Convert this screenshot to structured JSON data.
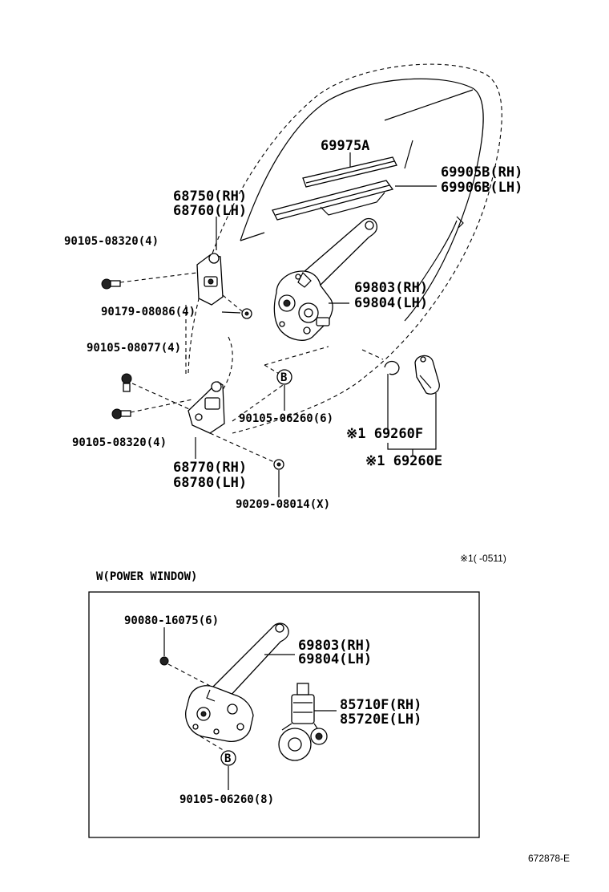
{
  "labels": {
    "belt_69975a": "69975A",
    "glass_rh": "69905B(RH)",
    "glass_lh": "69906B(LH)",
    "hinge_upper_rh": "68750(RH)",
    "hinge_upper_lh": "68760(LH)",
    "bolt_upper": "90105-08320(4)",
    "nut_upper": "90179-08086(4)",
    "regulator_rh": "69803(RH)",
    "regulator_lh": "69804(LH)",
    "bolt_mid": "90105-08077(4)",
    "bolt_b": "90105-06260(6)",
    "handle_f": "※1 69260F",
    "handle_e": "※1 69260E",
    "bolt_lower": "90105-08320(4)",
    "hinge_lower_rh": "68770(RH)",
    "hinge_lower_lh": "68780(LH)",
    "washer": "90209-08014(X)",
    "footnote": "※1(      -0511)",
    "marker_b": "B"
  },
  "power_window": {
    "section_title": "W(POWER WINDOW)",
    "screw": "90080-16075(6)",
    "regulator_rh": "69803(RH)",
    "regulator_lh": "69804(LH)",
    "motor_rh": "85710F(RH)",
    "motor_lh": "85720E(LH)",
    "bolt_b": "90105-06260(8)",
    "marker_b": "B"
  },
  "diagram_code": "672878-E"
}
